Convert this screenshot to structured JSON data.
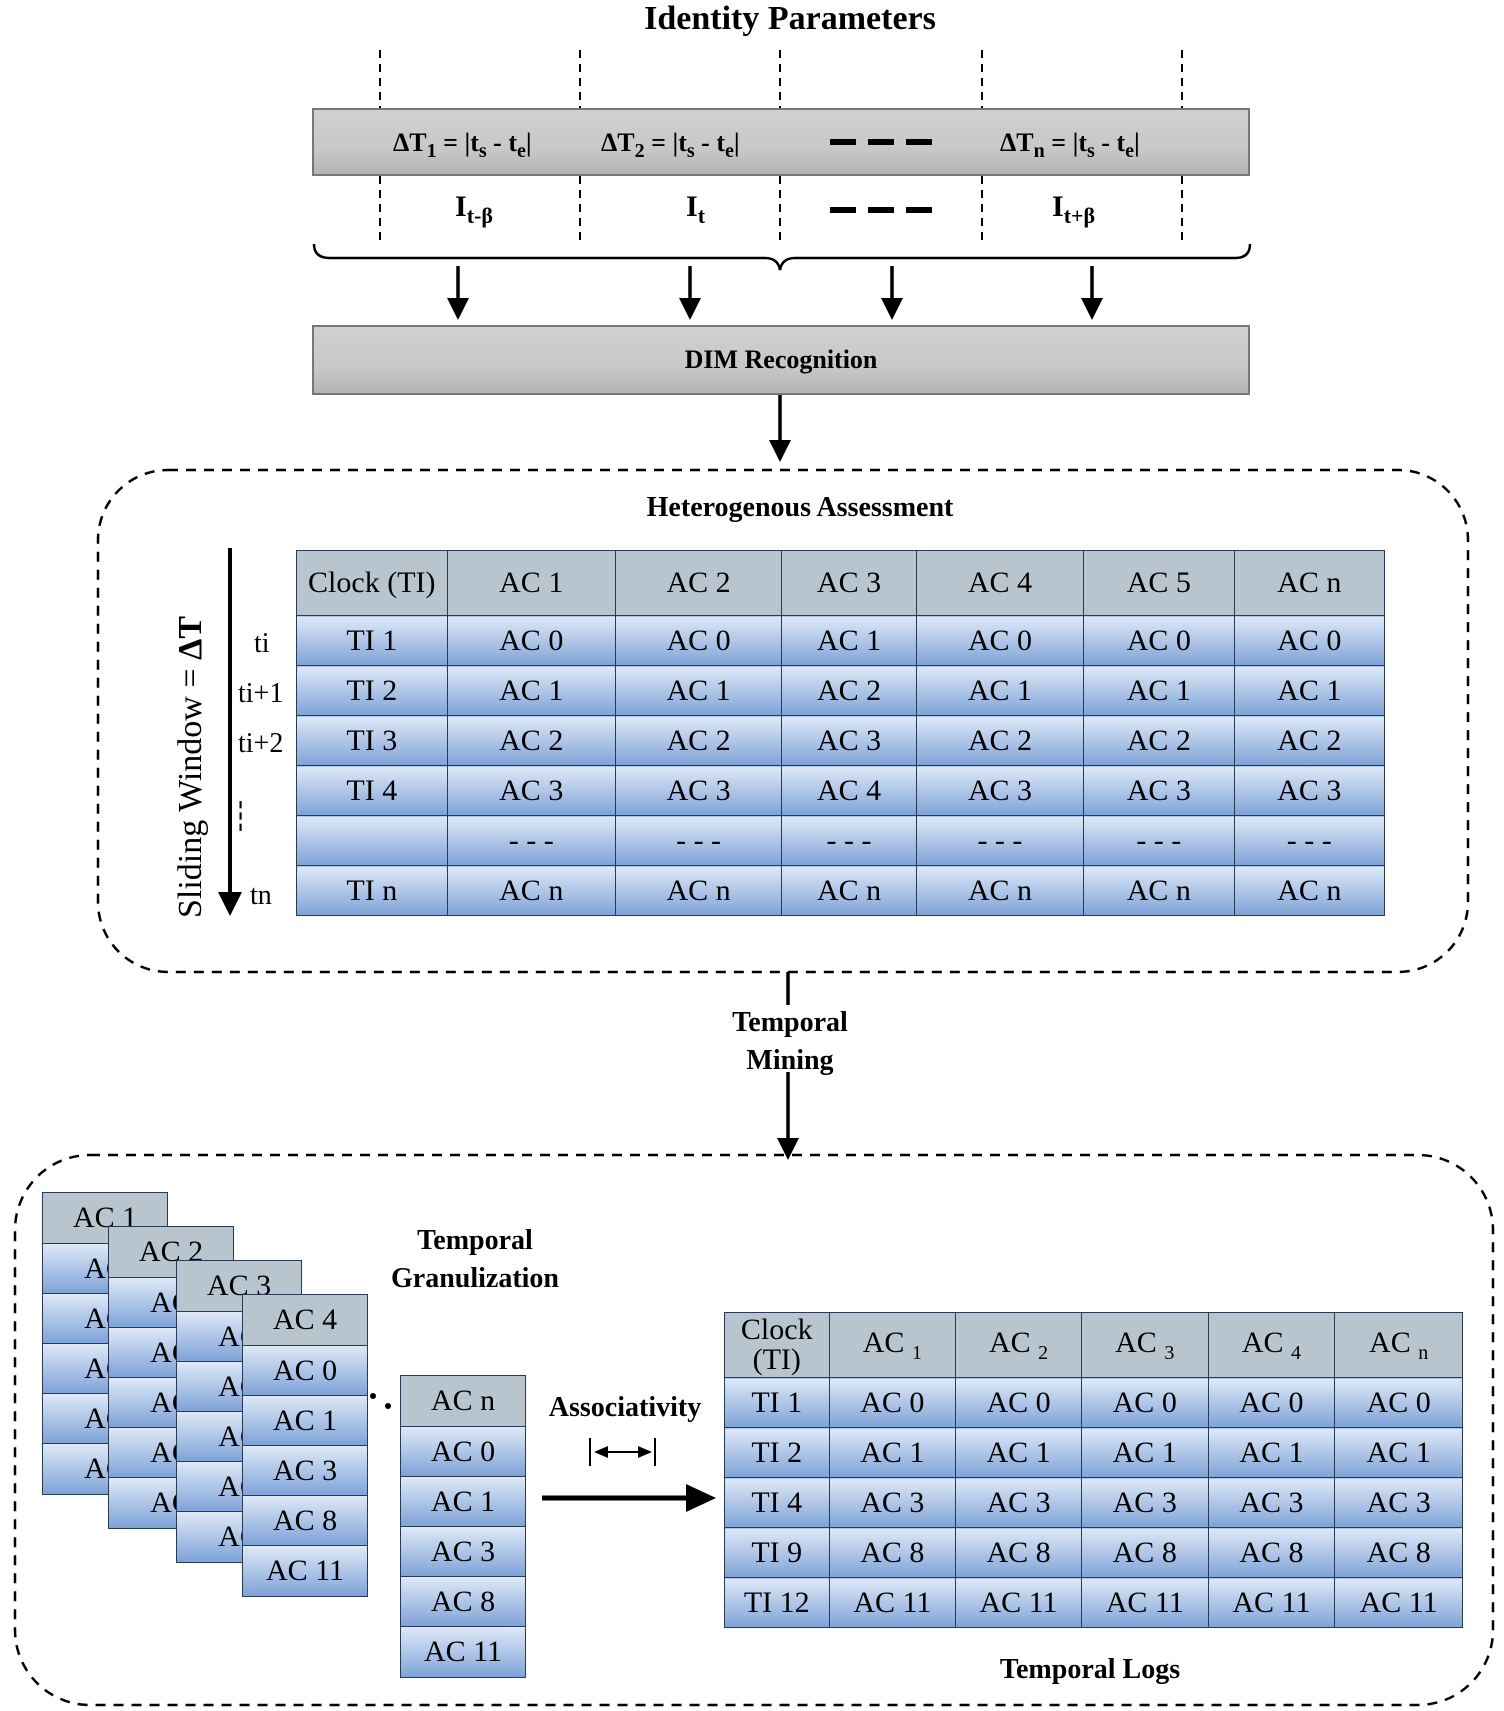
{
  "title": "Identity Parameters",
  "delta_cells": [
    {
      "main": "ΔT",
      "sub": "1",
      "rest": " = |t",
      "s": "s",
      "mid": " - t",
      "e": "e",
      "end": "|"
    },
    {
      "main": "ΔT",
      "sub": "2",
      "rest": " = |t",
      "s": "s",
      "mid": " - t",
      "e": "e",
      "end": "|"
    },
    {
      "main": "ΔT",
      "sub": "n",
      "rest": " = |t",
      "s": "s",
      "mid": " - t",
      "e": "e",
      "end": "|"
    }
  ],
  "identity_labels": [
    {
      "main": "I",
      "sub": "t-β"
    },
    {
      "main": "I",
      "sub": "t"
    },
    {
      "main": "I",
      "sub": "t+β"
    }
  ],
  "dim_label": "DIM Recognition",
  "hetero": {
    "title": "Heterogenous Assessment",
    "sliding_window": "Sliding Window = ",
    "sliding_delta": "ΔT",
    "time_labels": [
      "ti",
      "ti+1",
      "ti+2",
      "---",
      "tn"
    ],
    "headers": [
      "Clock (TI)",
      "AC 1",
      "AC 2",
      "AC 3",
      "AC 4",
      "AC 5",
      "AC n"
    ],
    "rows": [
      [
        "TI 1",
        "AC 0",
        "AC 0",
        "AC 1",
        "AC 0",
        "AC 0",
        "AC 0"
      ],
      [
        "TI 2",
        "AC 1",
        "AC 1",
        "AC 2",
        "AC 1",
        "AC 1",
        "AC 1"
      ],
      [
        "TI 3",
        "AC 2",
        "AC 2",
        "AC 3",
        "AC 2",
        "AC 2",
        "AC 2"
      ],
      [
        "TI 4",
        "AC 3",
        "AC 3",
        "AC 4",
        "AC 3",
        "AC 3",
        "AC 3"
      ],
      [
        "",
        "- - -",
        "- - -",
        "- - -",
        "- - -",
        "- - -",
        "- - -"
      ],
      [
        "TI n",
        "AC n",
        "AC n",
        "AC n",
        "AC n",
        "AC n",
        "AC n"
      ]
    ]
  },
  "temporal_mining": [
    "Temporal",
    "Mining"
  ],
  "granulization": {
    "title": [
      "Temporal",
      "Granulization"
    ],
    "stacks": [
      {
        "header": "AC 1",
        "rows": [
          "AC",
          "AC",
          "AC",
          "AC",
          "AC"
        ]
      },
      {
        "header": "AC 2",
        "rows": [
          "AC",
          "AC",
          "AC",
          "AC",
          "AC"
        ]
      },
      {
        "header": "AC 3",
        "rows": [
          "AC",
          "AC",
          "AC",
          "AC",
          "AC"
        ]
      },
      {
        "header": "AC 4",
        "rows": [
          "AC 0",
          "AC 1",
          "AC 3",
          "AC 8",
          "AC 11"
        ]
      }
    ],
    "final_stack": {
      "header": "AC n",
      "rows": [
        "AC 0",
        "AC 1",
        "AC 3",
        "AC 8",
        "AC 11"
      ]
    }
  },
  "associativity": "Associativity",
  "logs": {
    "title": "Temporal Logs",
    "headers": [
      {
        "main": "Clock (TI)",
        "sub": ""
      },
      {
        "main": "AC",
        "sub": "1"
      },
      {
        "main": "AC",
        "sub": "2"
      },
      {
        "main": "AC",
        "sub": "3"
      },
      {
        "main": "AC",
        "sub": "4"
      },
      {
        "main": "AC",
        "sub": "n"
      }
    ],
    "rows": [
      [
        "TI 1",
        "AC 0",
        "AC 0",
        "AC 0",
        "AC 0",
        "AC 0"
      ],
      [
        "TI 2",
        "AC 1",
        "AC 1",
        "AC 1",
        "AC 1",
        "AC 1"
      ],
      [
        "TI 4",
        "AC 3",
        "AC 3",
        "AC 3",
        "AC 3",
        "AC 3"
      ],
      [
        "TI 9",
        "AC 8",
        "AC 8",
        "AC 8",
        "AC 8",
        "AC 8"
      ],
      [
        "TI 12",
        "AC 11",
        "AC 11",
        "AC 11",
        "AC 11",
        "AC 11"
      ]
    ]
  }
}
